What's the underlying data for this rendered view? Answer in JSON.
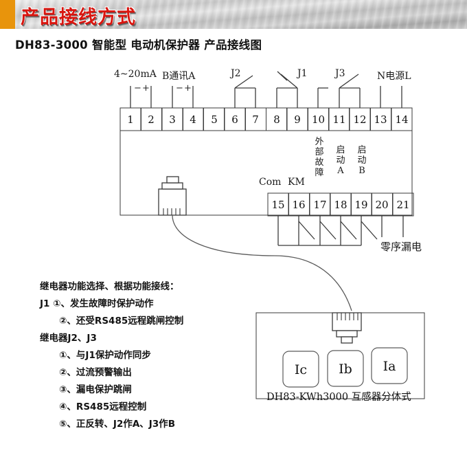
{
  "banner": {
    "title": "产品接线方式",
    "accent_color": "#e8940c",
    "title_color": "#d9150f"
  },
  "subtitle": "DH83-3000  智能型  电动机保护器  产品接线图",
  "diagram": {
    "top_group_labels": [
      {
        "text": "4~20mA"
      },
      {
        "text": "B通讯A"
      },
      {
        "text": "J2"
      },
      {
        "text": "J1"
      },
      {
        "text": "J3"
      },
      {
        "text": "N电源L"
      }
    ],
    "polarity_marks": [
      {
        "text": "−"
      },
      {
        "text": "+"
      },
      {
        "text": "−"
      },
      {
        "text": "+"
      }
    ],
    "top_terminals": [
      "1",
      "2",
      "3",
      "4",
      "5",
      "6",
      "7",
      "8",
      "9",
      "10",
      "11",
      "12",
      "13",
      "14"
    ],
    "bottom_terminals": [
      "15",
      "16",
      "17",
      "18",
      "19",
      "20",
      "21"
    ],
    "inner_labels": [
      {
        "text": "Com"
      },
      {
        "text": "KM"
      }
    ],
    "vertical_labels": [
      {
        "text": "外部故障"
      },
      {
        "text": "启动A"
      },
      {
        "text": "启动B"
      }
    ],
    "leakage_label": "零序漏电"
  },
  "notes": {
    "heading": "继电器功能选择、根据功能接线：",
    "lines": [
      "J1 ①、发生故障时保护动作",
      "②、还受RS485远程跳闸控制",
      "继电器J2、J3",
      "①、与J1保护动作同步",
      "②、过流预警输出",
      "③、漏电保护跳闸",
      "④、RS485远程控制",
      "⑤、正反转、J2作A、J3作B"
    ]
  },
  "ct_box": {
    "caption": "DH83-KWh3000  互感器分体式",
    "cores": [
      "Ic",
      "Ib",
      "Ia"
    ]
  }
}
